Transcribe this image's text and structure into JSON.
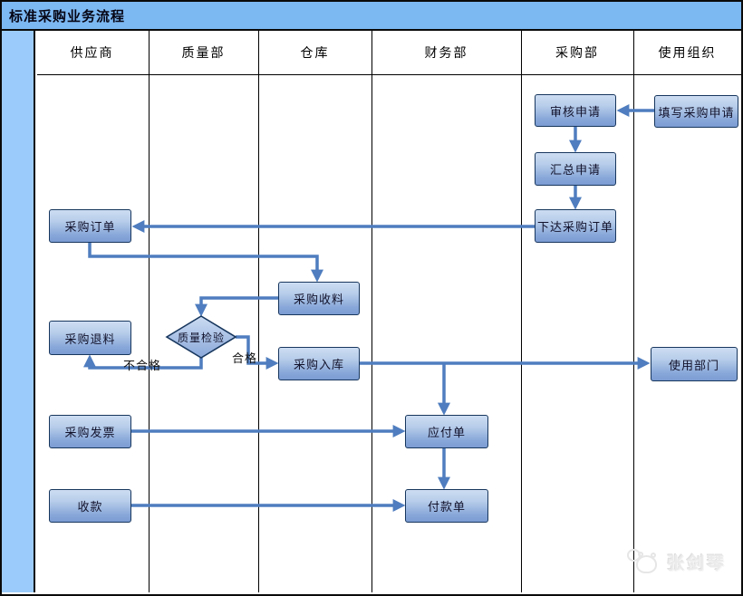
{
  "title": "标准采购业务流程",
  "lanes": [
    {
      "label": "供应商"
    },
    {
      "label": "质量部"
    },
    {
      "label": "仓库"
    },
    {
      "label": "财务部"
    },
    {
      "label": "采购部"
    },
    {
      "label": "使用组织"
    }
  ],
  "nodes": {
    "fill_request": {
      "label": "填写采购申请"
    },
    "audit_request": {
      "label": "审核申请"
    },
    "summarize_request": {
      "label": "汇总申请"
    },
    "issue_po": {
      "label": "下达采购订单"
    },
    "purchase_order": {
      "label": "采购订单"
    },
    "receive_material": {
      "label": "采购收料"
    },
    "quality_check": {
      "label": "质量检验"
    },
    "return_material": {
      "label": "采购退料"
    },
    "warehouse_in": {
      "label": "采购入库"
    },
    "using_department": {
      "label": "使用部门"
    },
    "purchase_invoice": {
      "label": "采购发票"
    },
    "payable": {
      "label": "应付单"
    },
    "receipt": {
      "label": "收款"
    },
    "payment": {
      "label": "付款单"
    }
  },
  "edge_labels": {
    "pass": "合格",
    "fail": "不合格"
  },
  "watermark": {
    "text": "张剑琴"
  },
  "colors": {
    "title_bg": "#7cb8f2",
    "strip_bg": "#9bcbfa",
    "node_border": "#17365d",
    "node_fill_top": "#cdddf2",
    "node_fill_bottom": "#7b9cd3",
    "arrow": "#4f7dbf",
    "grid": "#000000"
  }
}
